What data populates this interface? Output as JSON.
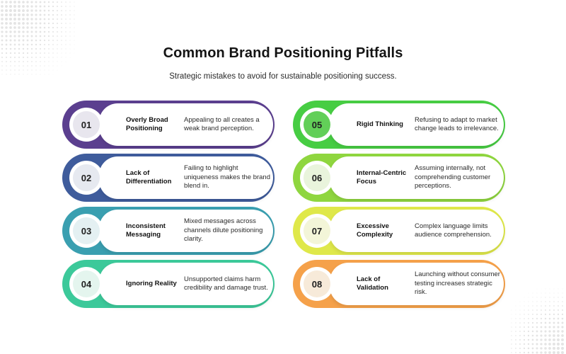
{
  "title": "Common Brand Positioning Pitfalls",
  "subtitle": "Strategic mistakes to avoid for sustainable positioning success.",
  "items": [
    {
      "number": "01",
      "heading": "Overly Broad Positioning",
      "description": "Appealing to all creates a weak brand perception.",
      "color": "#5b3f8f",
      "disc": "#e8e6ee"
    },
    {
      "number": "02",
      "heading": "Lack of Differentiation",
      "description": "Failing to highlight uniqueness makes the brand blend in.",
      "color": "#3f5c9c",
      "disc": "#e6e9f0"
    },
    {
      "number": "03",
      "heading": "Inconsistent Messaging",
      "description": "Mixed messages across channels dilute positioning clarity.",
      "color": "#3a9fb0",
      "disc": "#e4f0f2"
    },
    {
      "number": "04",
      "heading": "Ignoring Reality",
      "description": "Unsupported claims harm credibility and damage trust.",
      "color": "#3cc99a",
      "disc": "#e4f5ee"
    },
    {
      "number": "05",
      "heading": "Rigid Thinking",
      "description": "Refusing to adapt to market change leads to irrelevance.",
      "color": "#47cd43",
      "disc": "#62cf58"
    },
    {
      "number": "06",
      "heading": "Internal-Centric Focus",
      "description": "Assuming internally, not comprehending customer perceptions.",
      "color": "#8fd63f",
      "disc": "#e9f4dc"
    },
    {
      "number": "07",
      "heading": "Excessive Complexity",
      "description": "Complex language limits audience comprehension.",
      "color": "#dfe84a",
      "disc": "#f3f5d8"
    },
    {
      "number": "08",
      "heading": "Lack of Validation",
      "description": "Launching without consumer testing increases strategic risk.",
      "color": "#f5a14a",
      "disc": "#f7ead9"
    }
  ]
}
